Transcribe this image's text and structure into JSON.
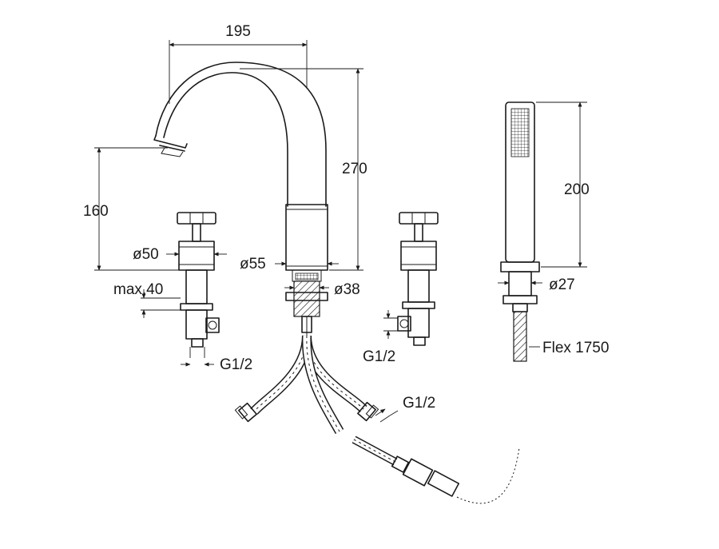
{
  "dimensions": {
    "spout_reach": "195",
    "spout_height_total": "270",
    "spout_outlet_height": "160",
    "handle_diameter": "ø50",
    "max_deck_thickness": "max.40",
    "spout_body_diameter": "ø55",
    "spout_base_diameter": "ø38",
    "left_valve_thread": "G1/2",
    "right_valve_thread": "G1/2",
    "hose_thread": "G1/2",
    "handshower_length": "200",
    "handshower_base_diameter": "ø27",
    "hose_length": "Flex 1750"
  }
}
